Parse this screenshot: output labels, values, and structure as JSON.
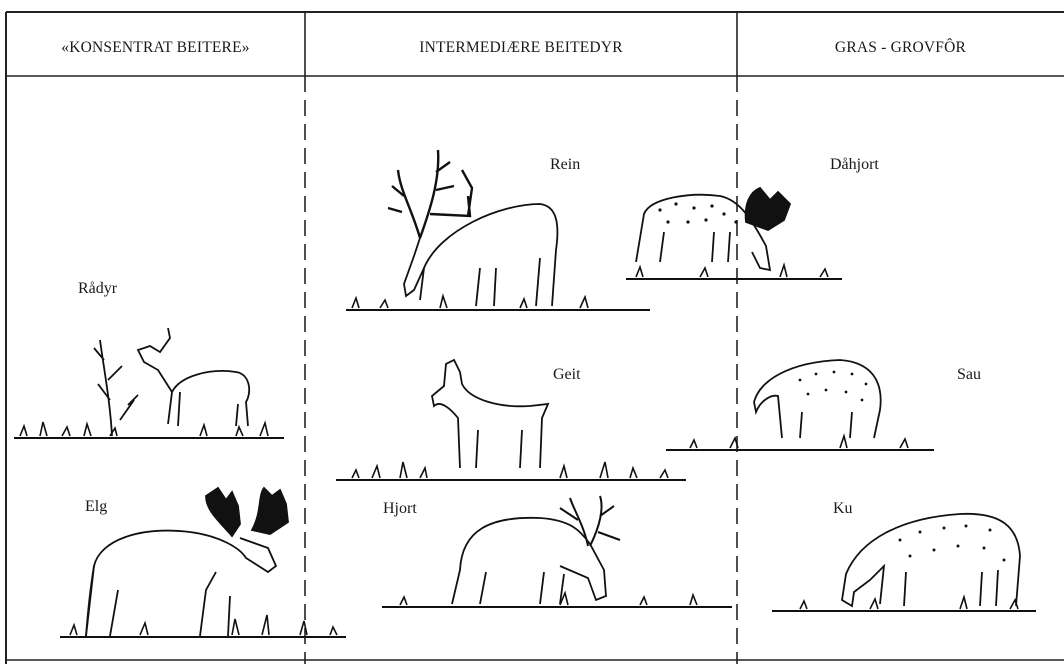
{
  "headers": {
    "left": "«KONSENTRAT BEITERE»",
    "middle": "INTERMEDIÆRE BEITEDYR",
    "right": "GRAS - GROVFÔR"
  },
  "animals": {
    "radyr": "Rådyr",
    "elg": "Elg",
    "rein": "Rein",
    "geit": "Geit",
    "hjort": "Hjort",
    "dahjort": "Dåhjort",
    "sau": "Sau",
    "ku": "Ku"
  }
}
